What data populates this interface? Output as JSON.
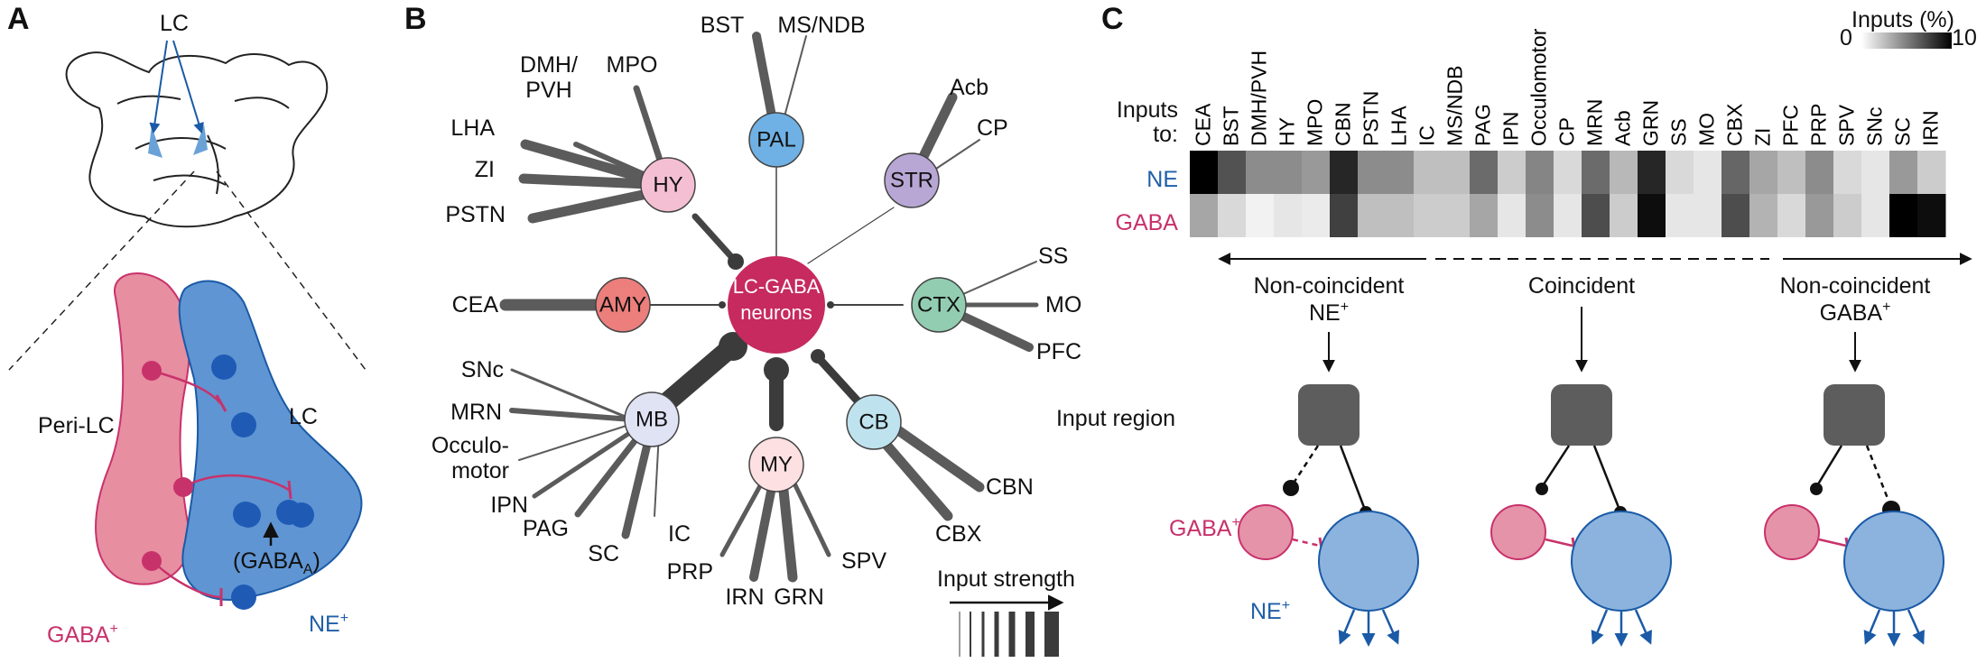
{
  "panels": {
    "a": "A",
    "b": "B",
    "c": "C"
  },
  "panel_a": {
    "lc_top": "LC",
    "peri_lc": "Peri-LC",
    "lc_region": "LC",
    "gaba_a_main": "(GABA",
    "gaba_a_sub": "A",
    "gaba_a_close": ")",
    "gaba_label": "GABA",
    "gaba_sup": "+",
    "ne_label": "NE",
    "ne_sup": "+"
  },
  "panel_b": {
    "center": [
      "LC-GABA",
      "neurons"
    ],
    "nodes": [
      {
        "id": "PAL",
        "label": "PAL",
        "color": "#6fb1e4"
      },
      {
        "id": "HY",
        "label": "HY",
        "color": "#f4bfd3"
      },
      {
        "id": "STR",
        "label": "STR",
        "color": "#b8a7d4"
      },
      {
        "id": "AMY",
        "label": "AMY",
        "color": "#ec7e7c"
      },
      {
        "id": "CTX",
        "label": "CTX",
        "color": "#92cdb1"
      },
      {
        "id": "MB",
        "label": "MB",
        "color": "#dfe3f4"
      },
      {
        "id": "MY",
        "label": "MY",
        "color": "#fde0e2"
      },
      {
        "id": "CB",
        "label": "CB",
        "color": "#bfe3ee"
      }
    ],
    "inputs": {
      "PAL": [
        "BST",
        "MS/NDB"
      ],
      "HY": [
        "DMH/",
        "PVH",
        "MPO",
        "LHA",
        "ZI",
        "PSTN"
      ],
      "STR": [
        "Acb",
        "CP"
      ],
      "AMY": [
        "CEA"
      ],
      "CTX": [
        "SS",
        "MO",
        "PFC"
      ],
      "MB": [
        "SNc",
        "MRN",
        "Occulo-",
        "motor",
        "IPN",
        "PAG",
        "SC",
        "IC"
      ],
      "MY": [
        "PRP",
        "IRN",
        "GRN",
        "SPV"
      ],
      "CB": [
        "CBN",
        "CBX"
      ]
    },
    "legend": "Input strength"
  },
  "panel_c": {
    "colorbar_title": "Inputs (%)",
    "colorbar_min": "0",
    "colorbar_max": "10",
    "row_header": [
      "Inputs",
      "to:"
    ],
    "rows": [
      {
        "name": "NE",
        "color": "#1f5fa8"
      },
      {
        "name": "GABA",
        "color": "#c8326b"
      }
    ],
    "regions": [
      "CEA",
      "BST",
      "DMH/PVH",
      "HY",
      "MPO",
      "CBN",
      "PSTN",
      "LHA",
      "IC",
      "MS/NDB",
      "PAG",
      "IPN",
      "Occulomotor",
      "CP",
      "MRN",
      "Acb",
      "GRN",
      "SS",
      "MO",
      "CBX",
      "ZI",
      "PFC",
      "PRP",
      "SPV",
      "SNc",
      "SC",
      "IRN"
    ],
    "heatmap": {
      "ne": [
        10,
        6.8,
        4.5,
        4.5,
        4,
        8.5,
        4.5,
        4.5,
        2.5,
        2.5,
        5.8,
        2,
        4.8,
        1.5,
        5.8,
        2.8,
        8.5,
        1.5,
        1,
        6,
        3.5,
        2.5,
        4.5,
        1.5,
        1,
        4,
        2
      ],
      "gaba": [
        3.5,
        1.5,
        0.5,
        1,
        0.8,
        7.5,
        2.5,
        2.5,
        2,
        2,
        3.5,
        1,
        4.5,
        1,
        7,
        2,
        9.5,
        1,
        1,
        7,
        3,
        1.5,
        4,
        2,
        1,
        10,
        9.5
      ]
    },
    "categories": [
      {
        "name": [
          "Non-coincident",
          "NE"
        ],
        "sup": "+"
      },
      {
        "name": [
          "Coincident"
        ],
        "sup": ""
      },
      {
        "name": [
          "Non-coincident",
          "GABA"
        ],
        "sup": "+"
      }
    ],
    "input_region": "Input region",
    "gaba_label": "GABA",
    "gaba_sup": "+",
    "ne_label": "NE",
    "ne_sup": "+"
  }
}
